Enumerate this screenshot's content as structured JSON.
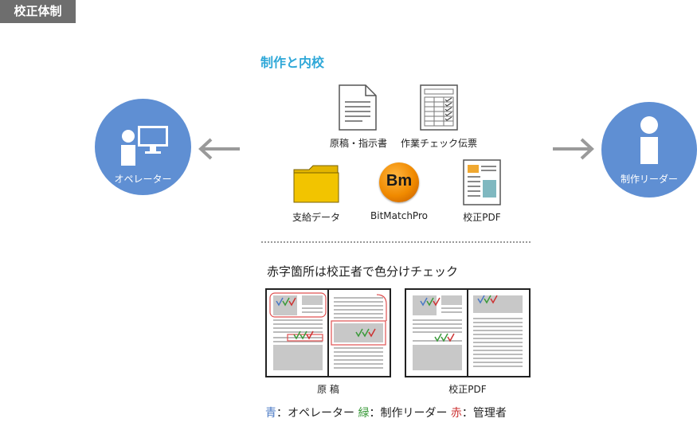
{
  "header_tag": "校正体制",
  "left_actor": "オペレーター",
  "right_actor": "制作リーダー",
  "section_title": "制作と内校",
  "items": {
    "manuscript": "原稿・指示書",
    "work_slip": "作業チェック伝票",
    "supplied_data": "支給データ",
    "bitmatch": "BitMatchPro",
    "proof_pdf": "校正PDF"
  },
  "bitmatch_logo": "Bm",
  "subtitle": "赤字箇所は校正者で色分けチェック",
  "panels": {
    "left_caption": "原 稿",
    "right_caption": "校正PDF"
  },
  "legend": {
    "blue_key": "青",
    "blue_val": "：オペレーター",
    "green_key": "緑",
    "green_val": "：制作リーダー",
    "red_key": "赤",
    "red_val": "：管理者"
  },
  "colors": {
    "blue": "#5f8fd3",
    "green": "#3a9a3a",
    "red": "#cc3333",
    "accent": "#2fa8d8"
  }
}
